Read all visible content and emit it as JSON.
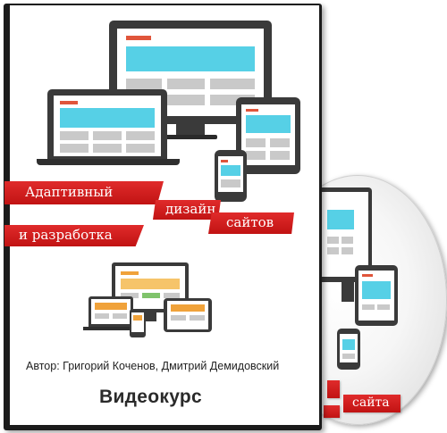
{
  "cover": {
    "banner_word1": "Адаптивный",
    "banner_word2": "дизайн",
    "banner_word3": "сайтов",
    "banner_word4": "и разработка",
    "author": "Автор: Григорий Коченов, Дмитрий Демидовский",
    "product_type": "Видеокурс"
  },
  "disc": {
    "label_fragment": "сайта"
  },
  "colors": {
    "accent_red": "#c11313",
    "accent_cyan": "#56d0e6",
    "device_dark": "#3a3a3a"
  }
}
